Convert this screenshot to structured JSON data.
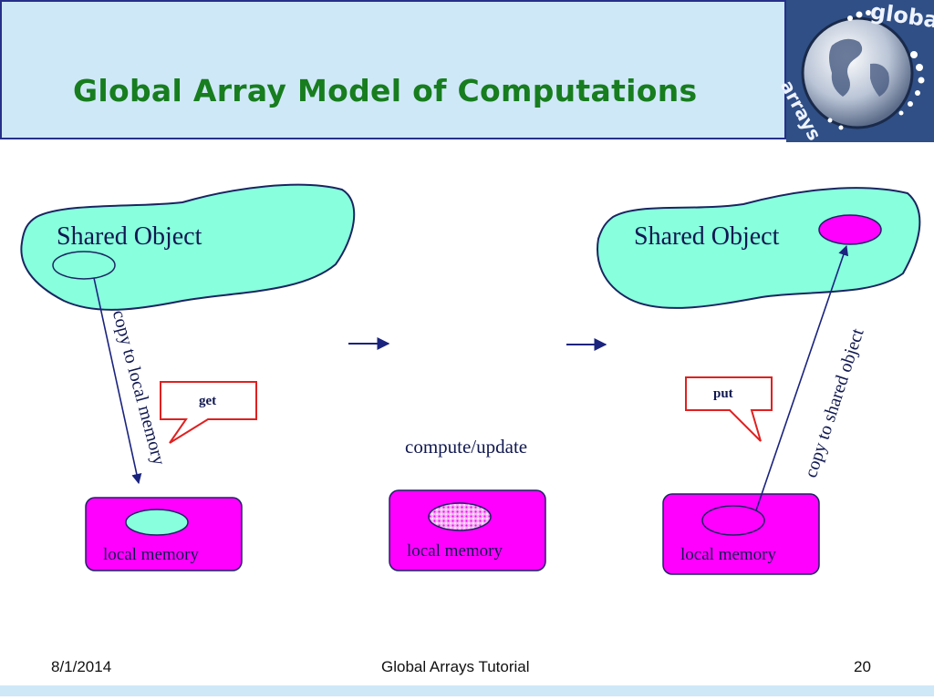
{
  "slide": {
    "title": "Global Array Model of Computations",
    "logo": {
      "top": "global",
      "bottom": "arrays"
    }
  },
  "diagram": {
    "shared_object_left": "Shared Object",
    "shared_object_right": "Shared Object",
    "copy_to_local": "copy to local memory",
    "copy_to_shared": "copy to shared object",
    "get": "get",
    "put": "put",
    "compute": "compute/update",
    "memory_labels": [
      "local memory",
      "local memory",
      "local memory"
    ]
  },
  "footer": {
    "date": "8/1/2014",
    "center": "Global Arrays Tutorial",
    "page": "20"
  }
}
